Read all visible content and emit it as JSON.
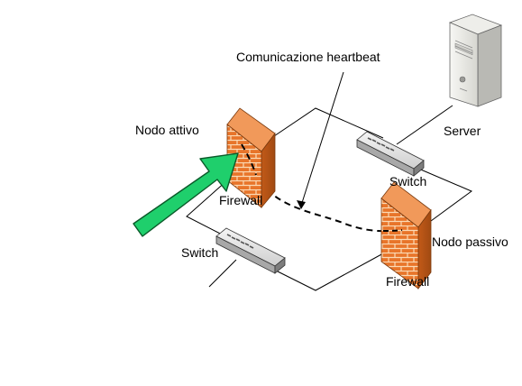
{
  "labels": {
    "heartbeat": "Comunicazione heartbeat",
    "active_node": "Nodo attivo",
    "passive_node": "Nodo passivo",
    "server": "Server",
    "switch_top": "Switch",
    "switch_bottom": "Switch",
    "firewall_active": "Firewall",
    "firewall_passive": "Firewall"
  },
  "colors": {
    "brick": "#e8752a",
    "mortar": "#fbd9b4",
    "arrow_fill": "#1fcf6c",
    "arrow_stroke": "#0b5a2a",
    "line": "#000000"
  },
  "icons": {
    "firewall": "firewall-icon",
    "switch": "network-switch-icon",
    "server": "server-tower-icon",
    "arrow": "failover-arrow-icon"
  }
}
